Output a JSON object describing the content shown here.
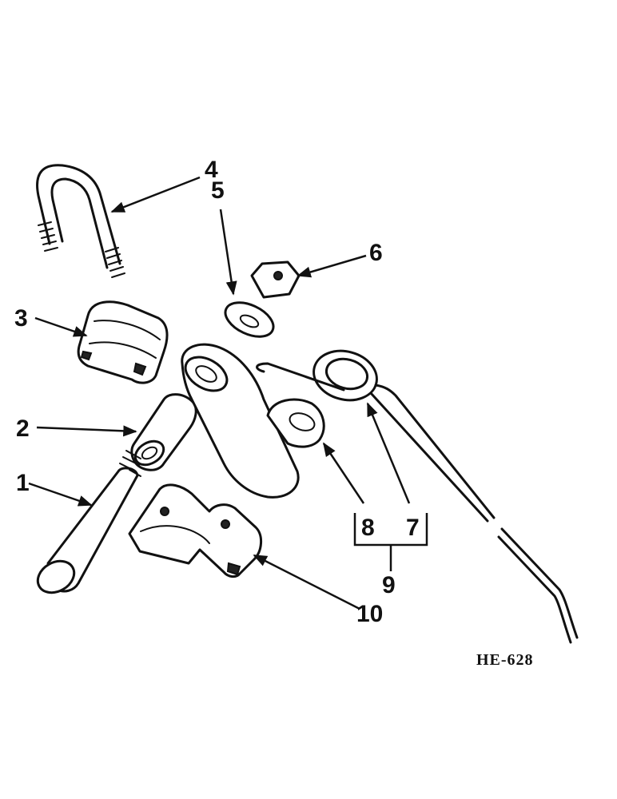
{
  "diagram": {
    "reference_code": "HE-628",
    "callouts": {
      "c1": "1",
      "c2": "2",
      "c3": "3",
      "c4": "4",
      "c5": "5",
      "c6": "6",
      "c7": "7",
      "c8": "8",
      "c9": "9",
      "c10": "10"
    }
  }
}
